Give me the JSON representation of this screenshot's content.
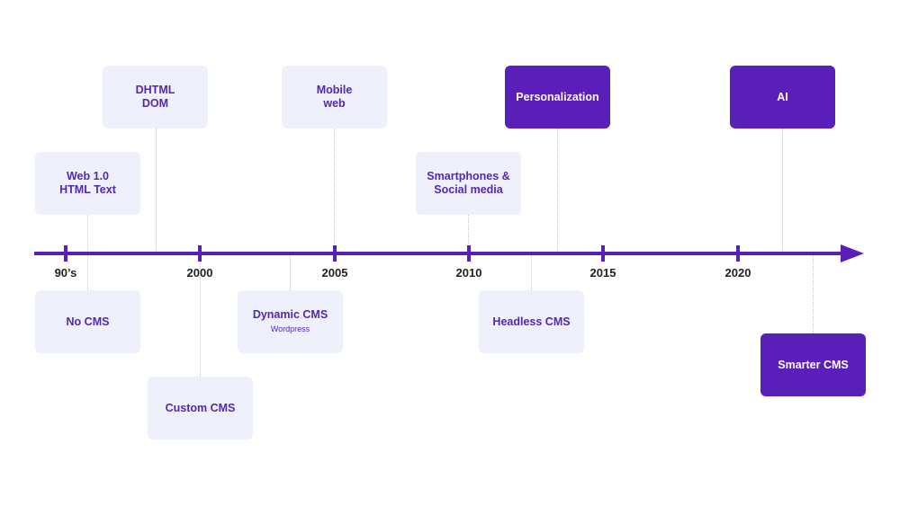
{
  "diagram": {
    "axis_labels": [
      "90’s",
      "2000",
      "2005",
      "2010",
      "2015",
      "2020"
    ],
    "above": [
      {
        "lines": [
          "DHTML",
          "DOM"
        ]
      },
      {
        "lines": [
          "Mobile",
          "web"
        ]
      },
      {
        "lines": [
          "Personalization"
        ],
        "highlight": true
      },
      {
        "lines": [
          "AI"
        ],
        "highlight": true
      },
      {
        "lines": [
          "Web 1.0",
          "HTML Text"
        ]
      },
      {
        "lines": [
          "Smartphones &",
          "Social media"
        ]
      }
    ],
    "below": [
      {
        "lines": [
          "No CMS"
        ]
      },
      {
        "lines": [
          "Dynamic CMS"
        ],
        "sub": "Wordpress"
      },
      {
        "lines": [
          "Headless CMS"
        ]
      },
      {
        "lines": [
          "Custom CMS"
        ]
      },
      {
        "lines": [
          "Smarter CMS"
        ],
        "highlight": true
      }
    ]
  },
  "colors": {
    "accent": "#5a1fb8",
    "box_light": "#eef1fb",
    "text_purple": "#5526b5"
  }
}
